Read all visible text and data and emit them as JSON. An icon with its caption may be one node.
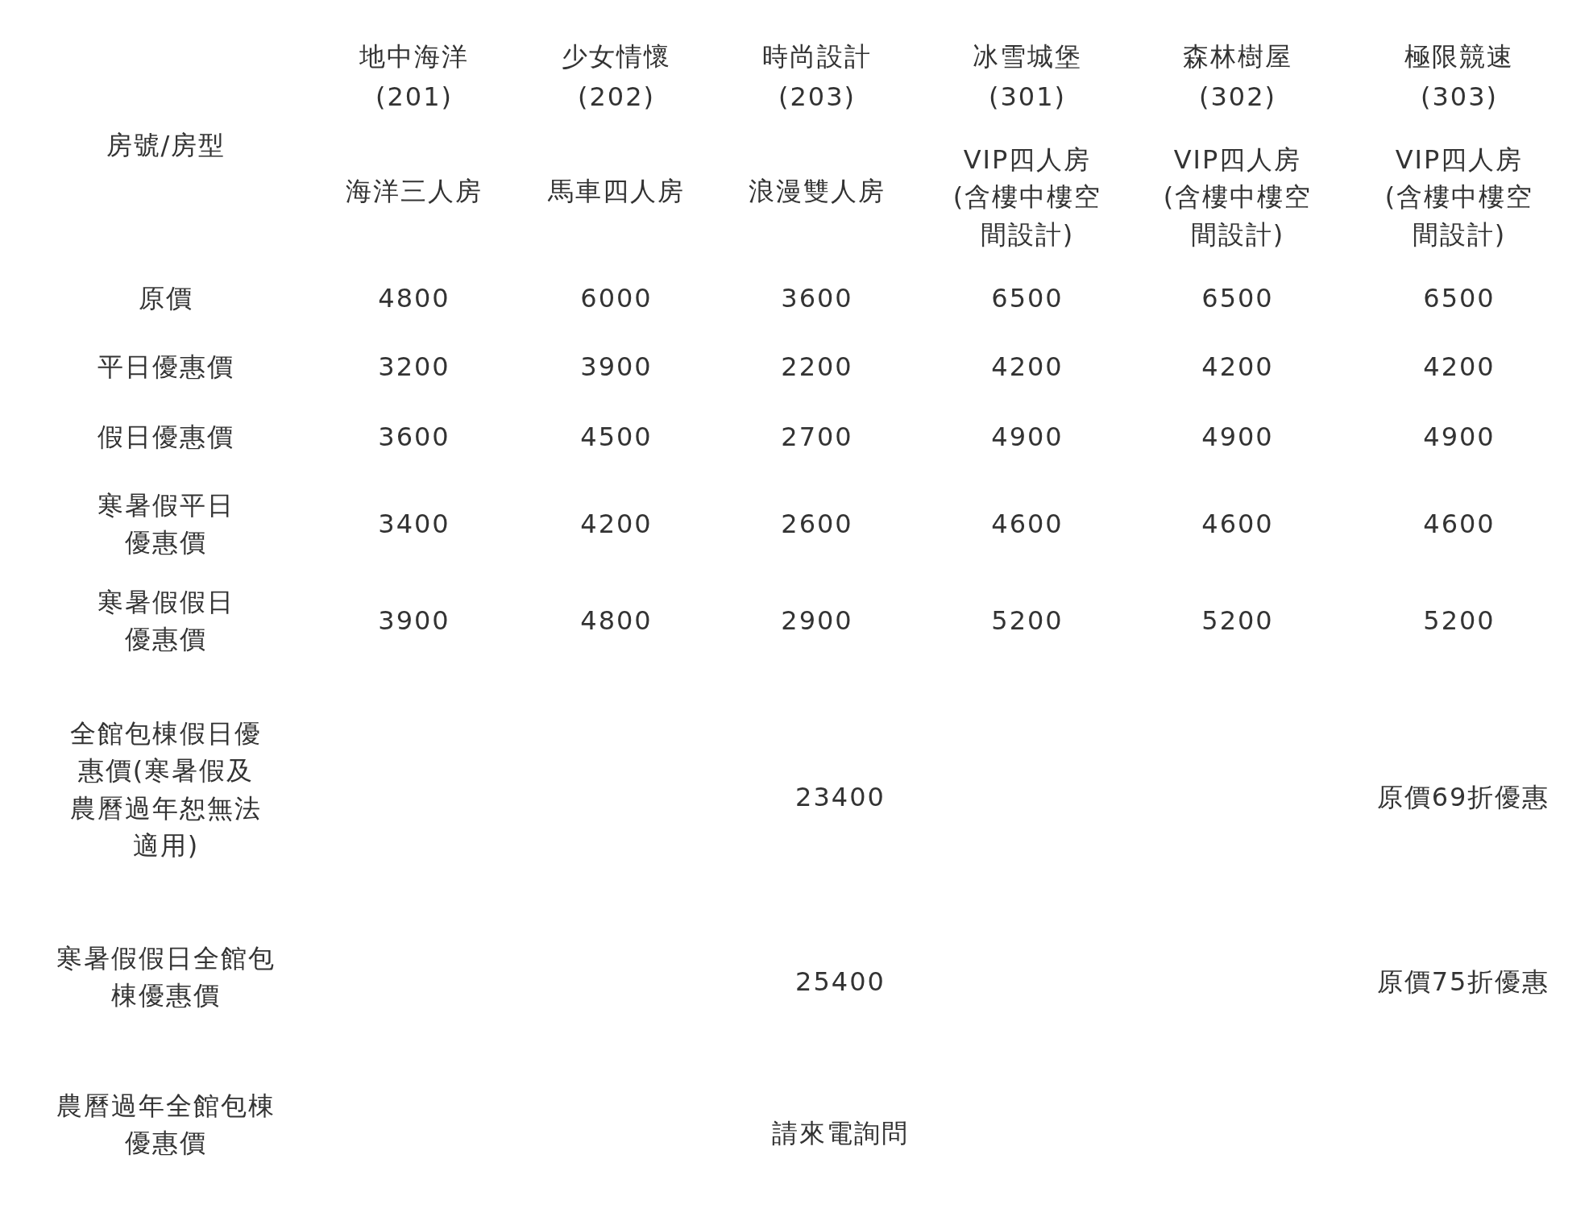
{
  "diagram": {
    "labels": [
      "房號/房型",
      "地中海洋",
      "少女情懷",
      "時尚設計",
      "冰雪城堡",
      "森林樹屋",
      "極限競速",
      "(201)",
      "(202)",
      "(203)",
      "(301)",
      "(302)",
      "(303)",
      "海洋三人房",
      "馬車四人房",
      "浪漫雙人房",
      "VIP四人房(含樓中樓空間設計)",
      "VIP四人房(含樓中樓空間設計)",
      "VIP四人房(含樓中樓空間設計)",
      "原價",
      "4800",
      "6000",
      "3600",
      "6500",
      "6500",
      "6500",
      "平日優惠價",
      "3200",
      "3900",
      "2200",
      "4200",
      "4200",
      "4200",
      "假日優惠價",
      "3600",
      "4500",
      "2700",
      "4900",
      "4900",
      "4900",
      "寒暑假平日優惠價",
      "3400",
      "4200",
      "2600",
      "4600",
      "4600",
      "4600",
      "寒暑假假日優惠價",
      "3900",
      "4800",
      "2900",
      "5200",
      "5200",
      "5200",
      "全館包棟假日優惠價(寒暑假及農曆過年恕無法適用)",
      "23400",
      "原價69折優惠",
      "寒暑假假日全館包棟優惠價",
      "25400",
      "原價75折優惠",
      "農曆過年全館包棟優惠價",
      "請來電詢問"
    ]
  }
}
